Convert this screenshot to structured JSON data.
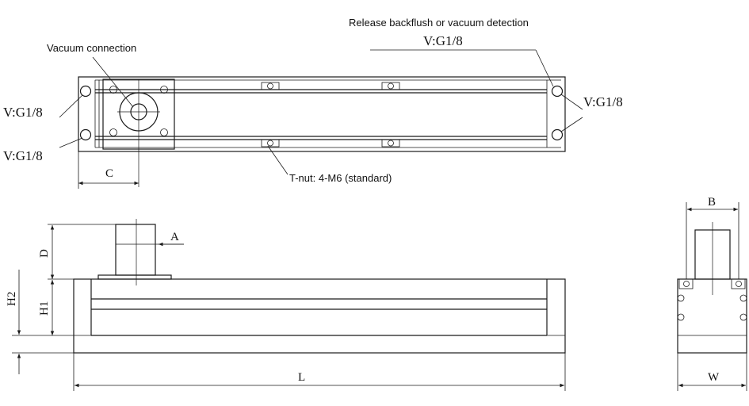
{
  "labels": {
    "vacuum_connection": "Vacuum connection",
    "release_backflush": "Release backflush or vacuum detection",
    "port_top_right": "V:G1/8",
    "port_right": "V:G1/8",
    "port_left_upper": "V:G1/8",
    "port_left_lower": "V:G1/8",
    "t_nut": "T-nut: 4-M6 (standard)"
  },
  "dimensions": {
    "a": "A",
    "b": "B",
    "c": "C",
    "d": "D",
    "h1": "H1",
    "h2": "H2",
    "l": "L",
    "w": "W"
  }
}
